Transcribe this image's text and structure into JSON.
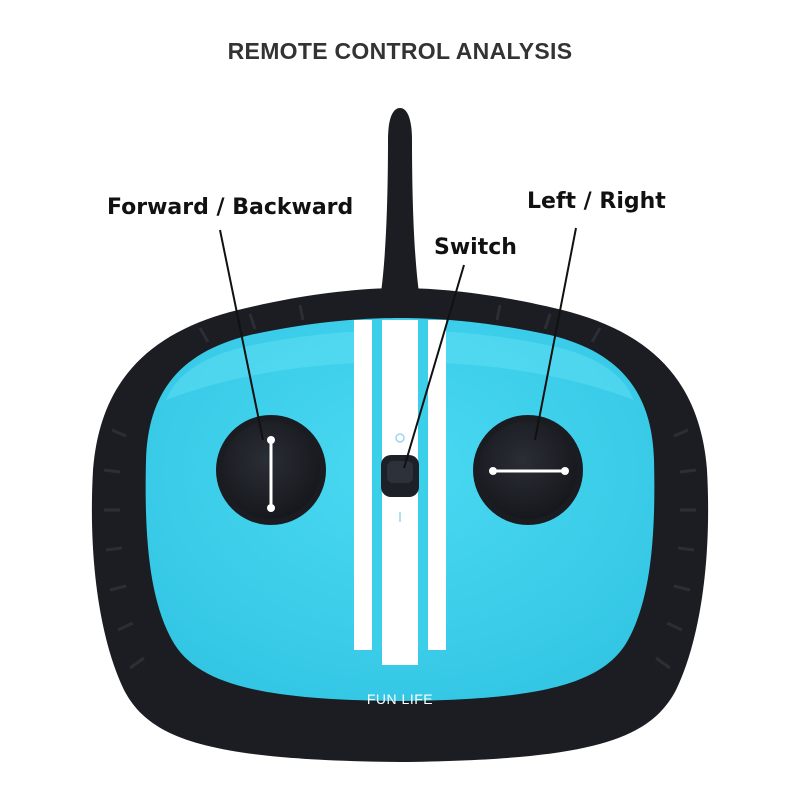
{
  "title": "REMOTE CONTROL ANALYSIS",
  "labels": {
    "forward_backward": "Forward / Backward",
    "switch": "Switch",
    "left_right": "Left / Right"
  },
  "brand": "FUN LIFE",
  "colors": {
    "body": "#1b1d22",
    "face": "#3ed3ee",
    "stripe": "#ffffff",
    "knob": "#1d2026",
    "label": "#111111"
  }
}
